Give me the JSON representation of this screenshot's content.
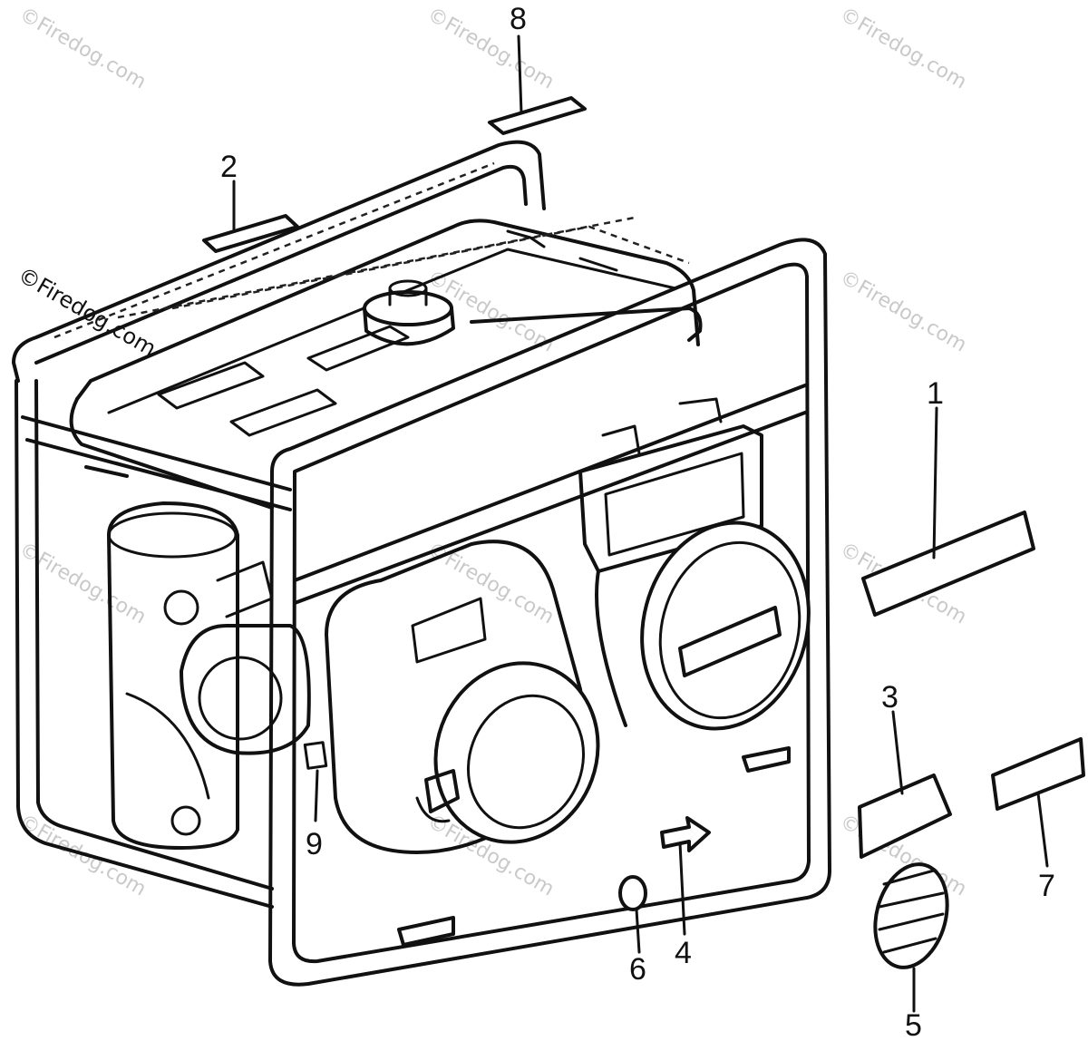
{
  "diagram": {
    "watermark_text": "©Firedog.com",
    "callouts": [
      {
        "id": "1",
        "label": "1"
      },
      {
        "id": "2",
        "label": "2"
      },
      {
        "id": "3",
        "label": "3"
      },
      {
        "id": "4",
        "label": "4"
      },
      {
        "id": "5",
        "label": "5"
      },
      {
        "id": "6",
        "label": "6"
      },
      {
        "id": "7",
        "label": "7"
      },
      {
        "id": "8",
        "label": "8"
      },
      {
        "id": "9",
        "label": "9"
      }
    ]
  }
}
